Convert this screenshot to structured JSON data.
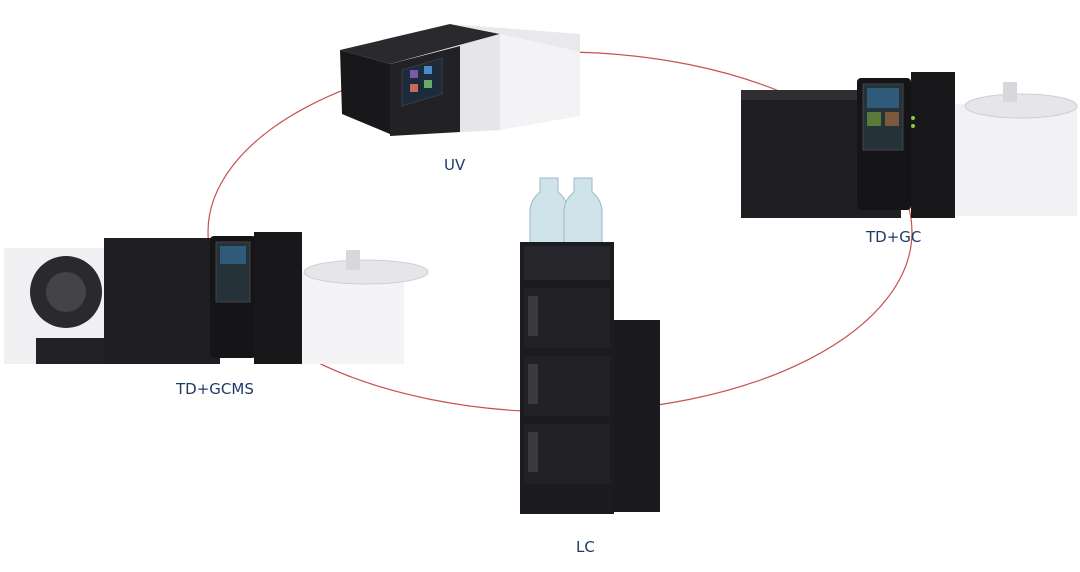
{
  "labels": {
    "uv": "UV",
    "td_gc": "TD+GC",
    "td_gcms": "TD+GCMS",
    "lc": "LC"
  },
  "colors": {
    "ring": "#c9504f",
    "label": "#1f3a66",
    "instrument_dark": "#1e1e22",
    "instrument_light": "#eeeef0"
  },
  "instruments": [
    {
      "name": "UV",
      "icon": "uv-spectrophotometer-icon"
    },
    {
      "name": "TD+GC",
      "icon": "gas-chromatograph-icon"
    },
    {
      "name": "TD+GCMS",
      "icon": "gcms-icon"
    },
    {
      "name": "LC",
      "icon": "liquid-chromatograph-icon"
    }
  ]
}
